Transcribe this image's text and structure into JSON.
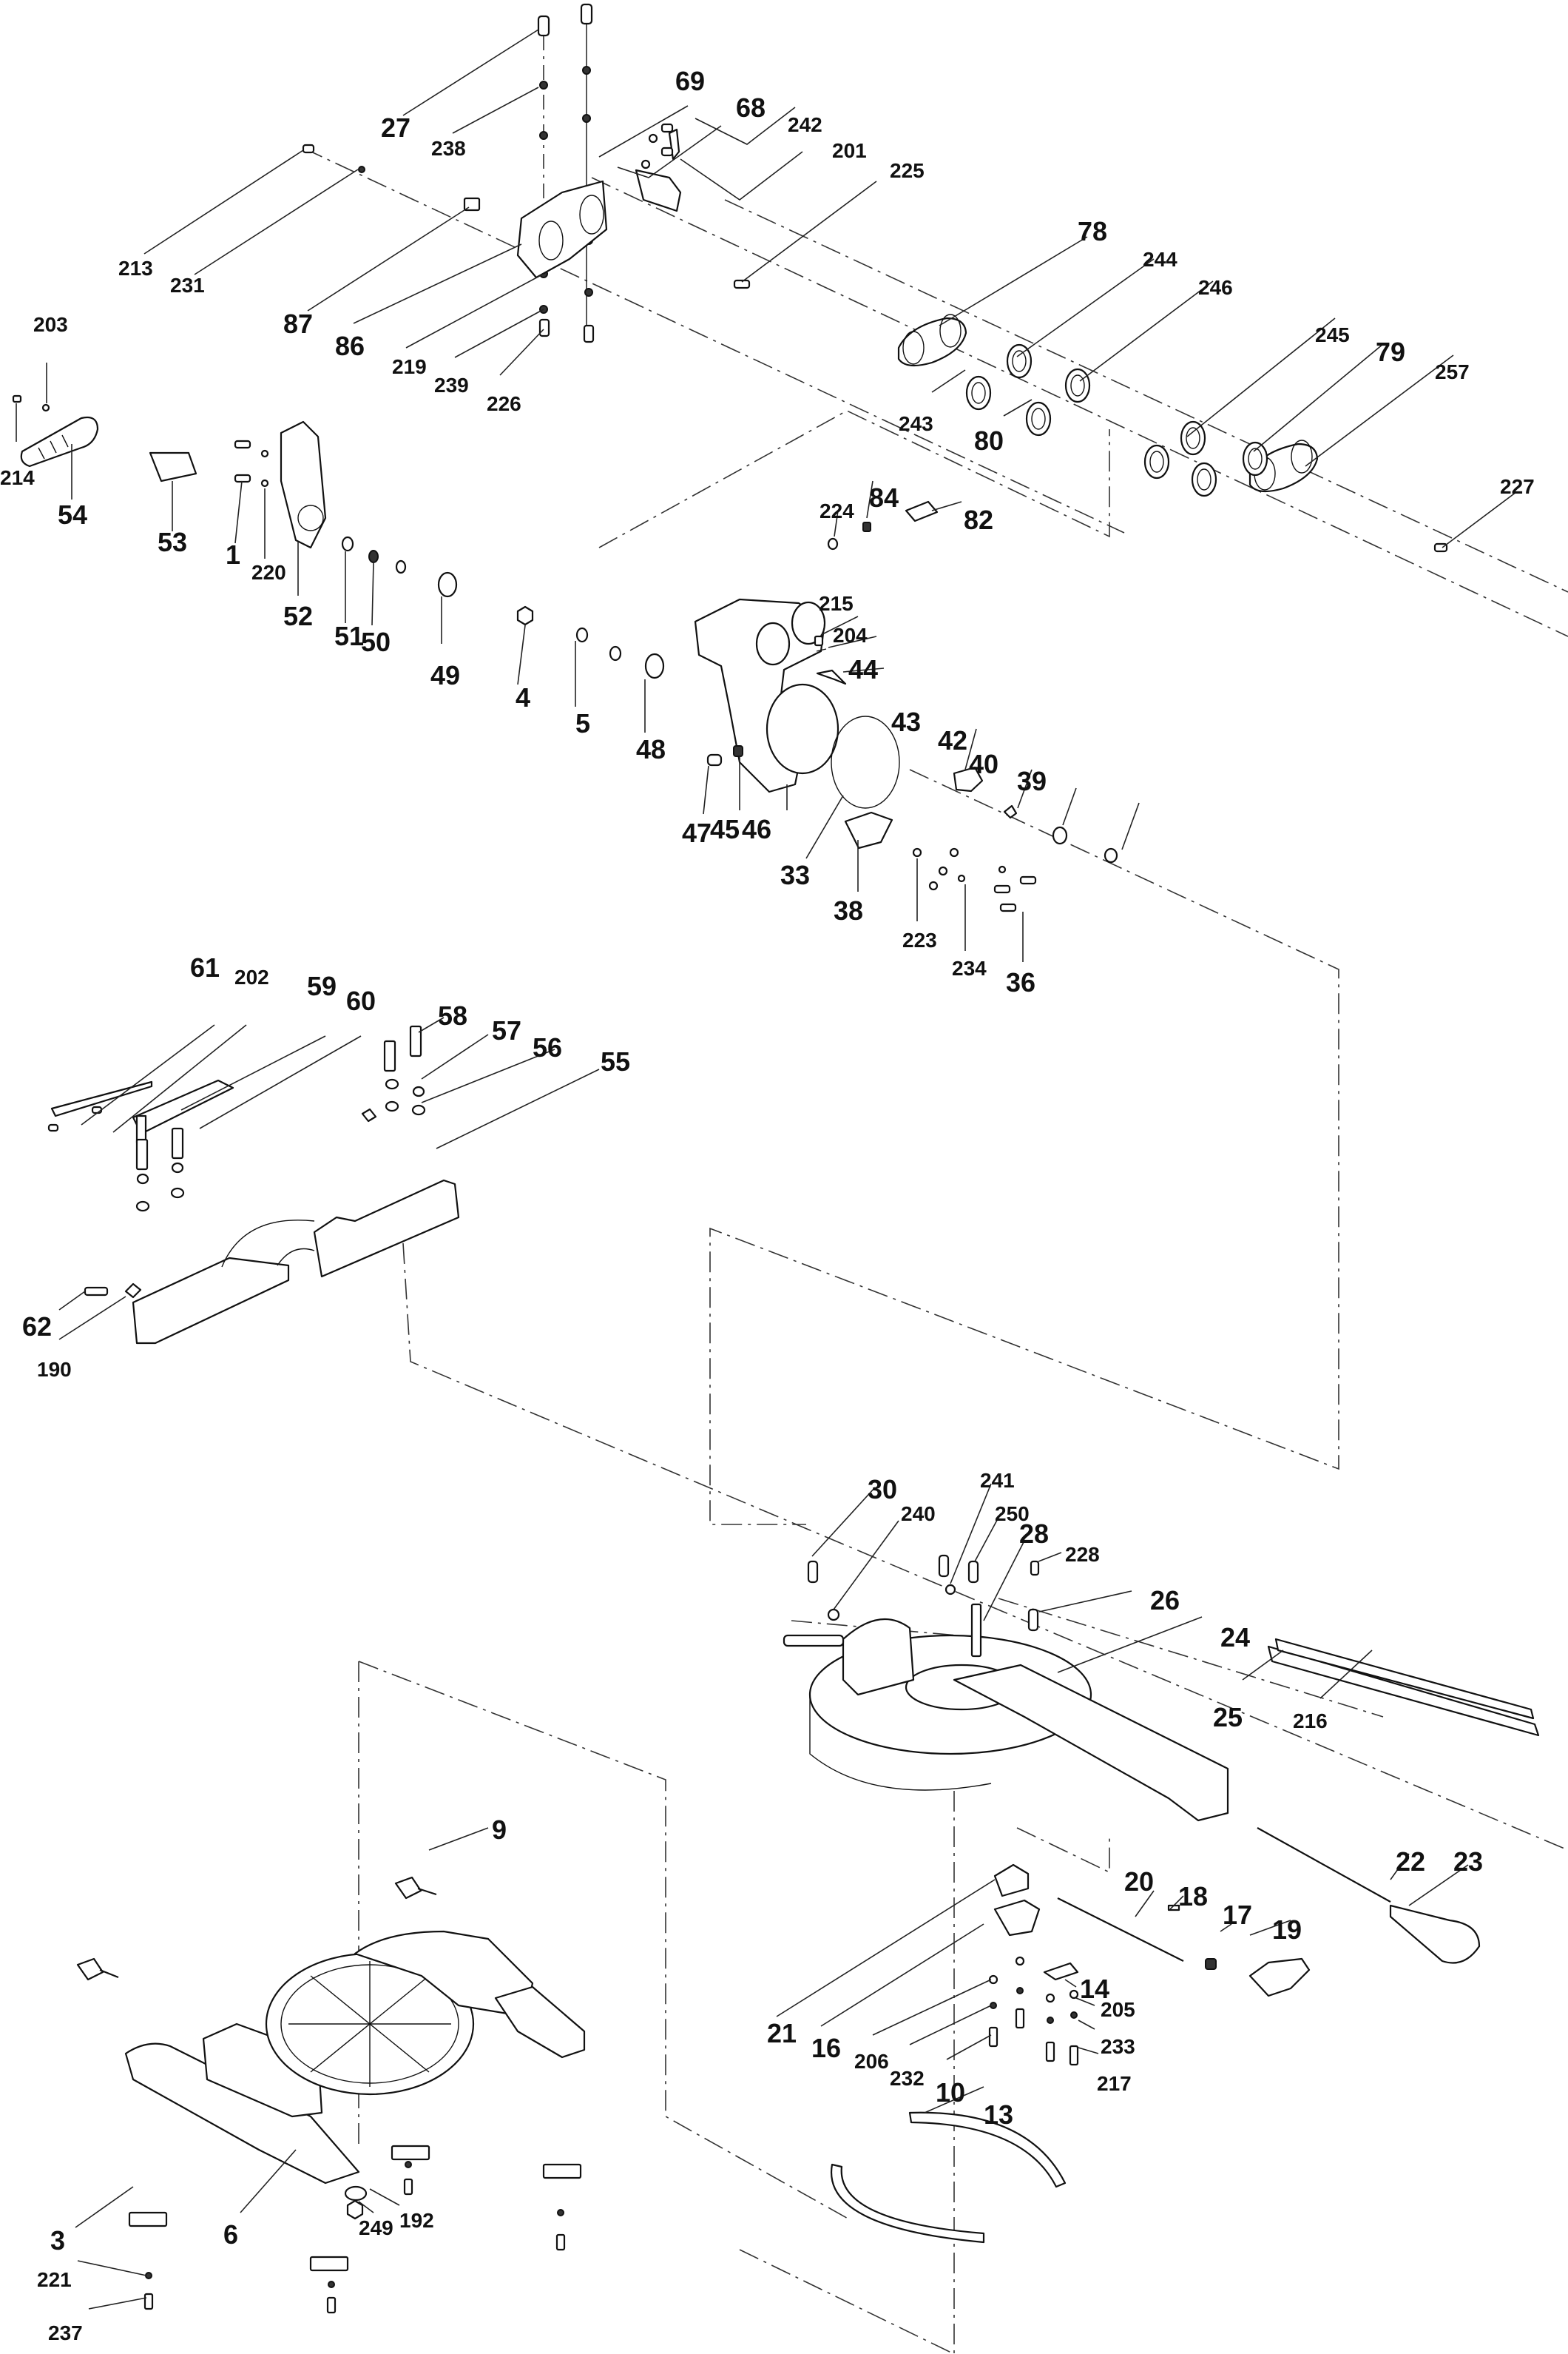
{
  "diagram": {
    "title": "Miter saw exploded parts diagram",
    "type": "exploded-view"
  },
  "groups": {
    "rail_bracket": [
      "27",
      "238",
      "69",
      "68",
      "242",
      "201",
      "213",
      "231",
      "87",
      "86",
      "219",
      "239",
      "226",
      "225"
    ],
    "rail_plates": [
      "78",
      "244",
      "246",
      "243",
      "80",
      "245",
      "79",
      "257",
      "227"
    ],
    "handle_left": [
      "203",
      "214",
      "54",
      "53",
      "1",
      "220",
      "52",
      "51",
      "50",
      "49",
      "4",
      "5",
      "48"
    ],
    "bevel_housing": [
      "224",
      "84",
      "82",
      "215",
      "204",
      "44",
      "43",
      "42",
      "40",
      "39",
      "47",
      "45",
      "46",
      "33",
      "38",
      "223",
      "234",
      "36"
    ],
    "fence": [
      "61",
      "202",
      "59",
      "60",
      "58",
      "57",
      "56",
      "55",
      "62",
      "190"
    ],
    "table_arm": [
      "30",
      "240",
      "241",
      "250",
      "28",
      "228",
      "26",
      "24",
      "25",
      "216"
    ],
    "lock_assembly": [
      "22",
      "23",
      "20",
      "18",
      "17",
      "19",
      "21",
      "16",
      "206",
      "232",
      "10",
      "14",
      "205",
      "233",
      "217",
      "13"
    ],
    "base": [
      "9",
      "3",
      "6",
      "249",
      "192",
      "221",
      "237"
    ]
  },
  "labels": [
    {
      "id": "27",
      "text": "27"
    },
    {
      "id": "238",
      "text": "238"
    },
    {
      "id": "69",
      "text": "69"
    },
    {
      "id": "68",
      "text": "68"
    },
    {
      "id": "242",
      "text": "242"
    },
    {
      "id": "201",
      "text": "201"
    },
    {
      "id": "225",
      "text": "225"
    },
    {
      "id": "213",
      "text": "213"
    },
    {
      "id": "231",
      "text": "231"
    },
    {
      "id": "87",
      "text": "87"
    },
    {
      "id": "86",
      "text": "86"
    },
    {
      "id": "219",
      "text": "219"
    },
    {
      "id": "239",
      "text": "239"
    },
    {
      "id": "226",
      "text": "226"
    },
    {
      "id": "78",
      "text": "78"
    },
    {
      "id": "244",
      "text": "244"
    },
    {
      "id": "246",
      "text": "246"
    },
    {
      "id": "245",
      "text": "245"
    },
    {
      "id": "79",
      "text": "79"
    },
    {
      "id": "257",
      "text": "257"
    },
    {
      "id": "243",
      "text": "243"
    },
    {
      "id": "80",
      "text": "80"
    },
    {
      "id": "227",
      "text": "227"
    },
    {
      "id": "203",
      "text": "203"
    },
    {
      "id": "214",
      "text": "214"
    },
    {
      "id": "54",
      "text": "54"
    },
    {
      "id": "53",
      "text": "53"
    },
    {
      "id": "1",
      "text": "1"
    },
    {
      "id": "220",
      "text": "220"
    },
    {
      "id": "52",
      "text": "52"
    },
    {
      "id": "51",
      "text": "51"
    },
    {
      "id": "50",
      "text": "50"
    },
    {
      "id": "49",
      "text": "49"
    },
    {
      "id": "4",
      "text": "4"
    },
    {
      "id": "5",
      "text": "5"
    },
    {
      "id": "48",
      "text": "48"
    },
    {
      "id": "224",
      "text": "224"
    },
    {
      "id": "84",
      "text": "84"
    },
    {
      "id": "82",
      "text": "82"
    },
    {
      "id": "215",
      "text": "215"
    },
    {
      "id": "204",
      "text": "204"
    },
    {
      "id": "44",
      "text": "44"
    },
    {
      "id": "43",
      "text": "43"
    },
    {
      "id": "42",
      "text": "42"
    },
    {
      "id": "40",
      "text": "40"
    },
    {
      "id": "39",
      "text": "39"
    },
    {
      "id": "47",
      "text": "47"
    },
    {
      "id": "45",
      "text": "45"
    },
    {
      "id": "46",
      "text": "46"
    },
    {
      "id": "33",
      "text": "33"
    },
    {
      "id": "38",
      "text": "38"
    },
    {
      "id": "223",
      "text": "223"
    },
    {
      "id": "234",
      "text": "234"
    },
    {
      "id": "36",
      "text": "36"
    },
    {
      "id": "61",
      "text": "61"
    },
    {
      "id": "202",
      "text": "202"
    },
    {
      "id": "59",
      "text": "59"
    },
    {
      "id": "60",
      "text": "60"
    },
    {
      "id": "58",
      "text": "58"
    },
    {
      "id": "57",
      "text": "57"
    },
    {
      "id": "56",
      "text": "56"
    },
    {
      "id": "55",
      "text": "55"
    },
    {
      "id": "62",
      "text": "62"
    },
    {
      "id": "190",
      "text": "190"
    },
    {
      "id": "30",
      "text": "30"
    },
    {
      "id": "241",
      "text": "241"
    },
    {
      "id": "240",
      "text": "240"
    },
    {
      "id": "250",
      "text": "250"
    },
    {
      "id": "28",
      "text": "28"
    },
    {
      "id": "228",
      "text": "228"
    },
    {
      "id": "26",
      "text": "26"
    },
    {
      "id": "24",
      "text": "24"
    },
    {
      "id": "25",
      "text": "25"
    },
    {
      "id": "216",
      "text": "216"
    },
    {
      "id": "9",
      "text": "9"
    },
    {
      "id": "22",
      "text": "22"
    },
    {
      "id": "23",
      "text": "23"
    },
    {
      "id": "20",
      "text": "20"
    },
    {
      "id": "18",
      "text": "18"
    },
    {
      "id": "17",
      "text": "17"
    },
    {
      "id": "19",
      "text": "19"
    },
    {
      "id": "14",
      "text": "14"
    },
    {
      "id": "205",
      "text": "205"
    },
    {
      "id": "233",
      "text": "233"
    },
    {
      "id": "217",
      "text": "217"
    },
    {
      "id": "21",
      "text": "21"
    },
    {
      "id": "16",
      "text": "16"
    },
    {
      "id": "206",
      "text": "206"
    },
    {
      "id": "232",
      "text": "232"
    },
    {
      "id": "10",
      "text": "10"
    },
    {
      "id": "13",
      "text": "13"
    },
    {
      "id": "3",
      "text": "3"
    },
    {
      "id": "6",
      "text": "6"
    },
    {
      "id": "249",
      "text": "249"
    },
    {
      "id": "192",
      "text": "192"
    },
    {
      "id": "221",
      "text": "221"
    },
    {
      "id": "237",
      "text": "237"
    }
  ]
}
